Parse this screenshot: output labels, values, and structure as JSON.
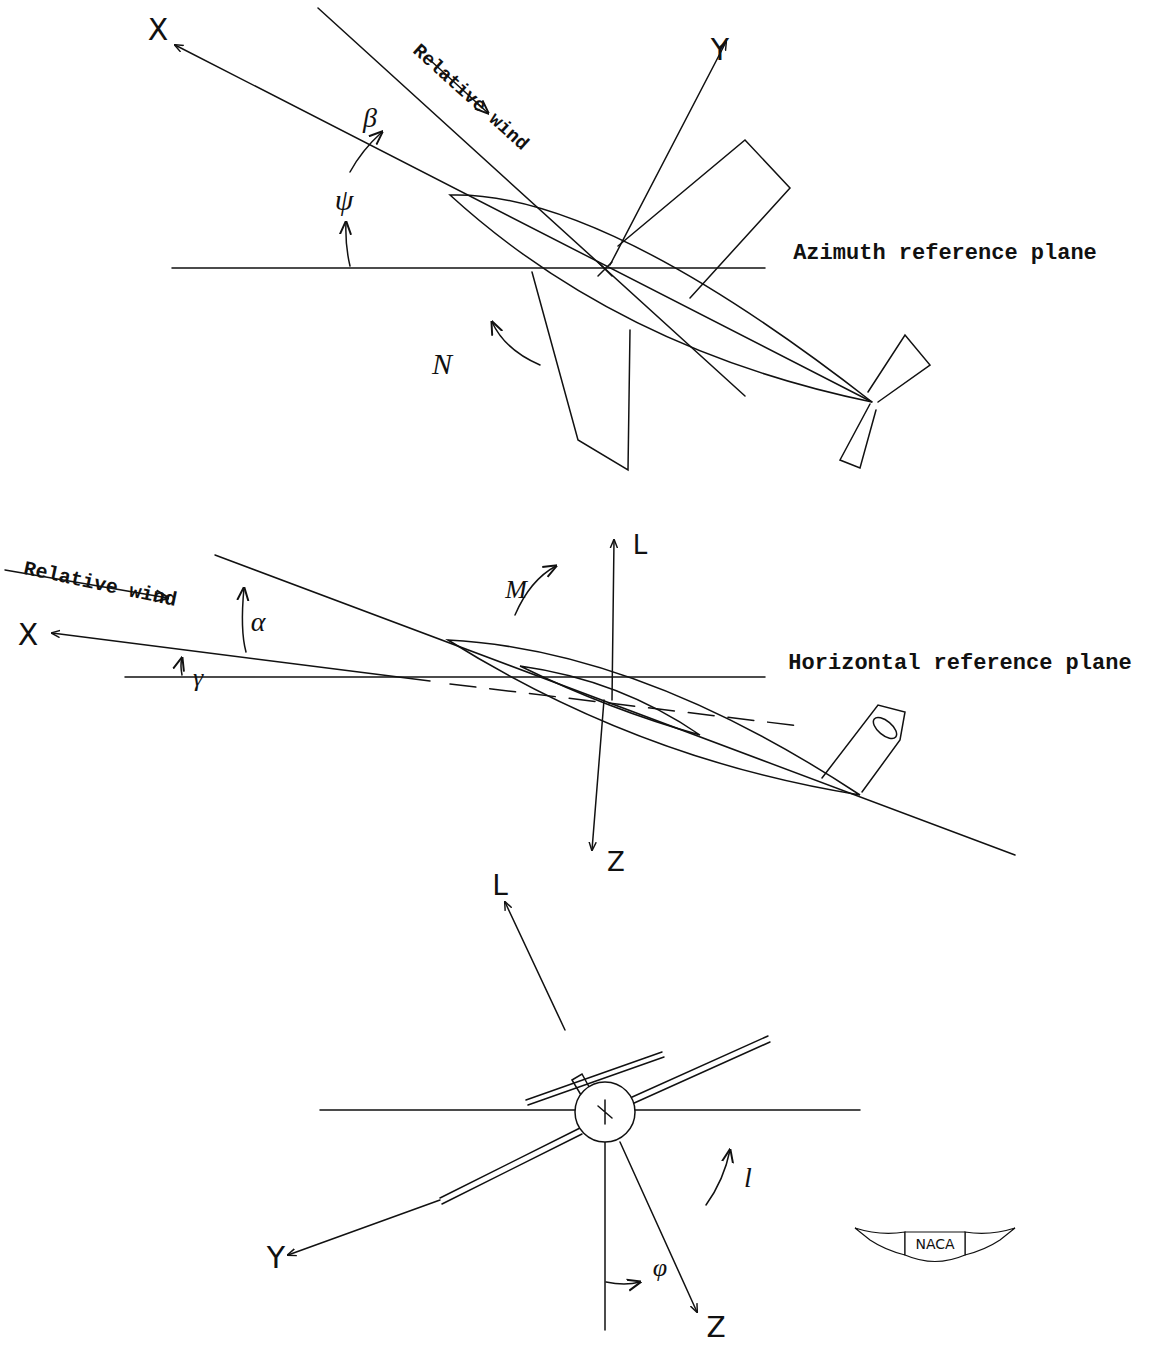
{
  "diagram": {
    "labels": [
      "X",
      "Relative wind",
      "Y",
      "β",
      "ψ",
      "Azimuth reference plane",
      "N",
      "Relative wind",
      "M",
      "L",
      "X",
      "α",
      "γ",
      "Horizontal reference plane",
      "Z",
      "L",
      "l",
      "Y",
      "φ",
      "Z",
      "NACA"
    ]
  }
}
